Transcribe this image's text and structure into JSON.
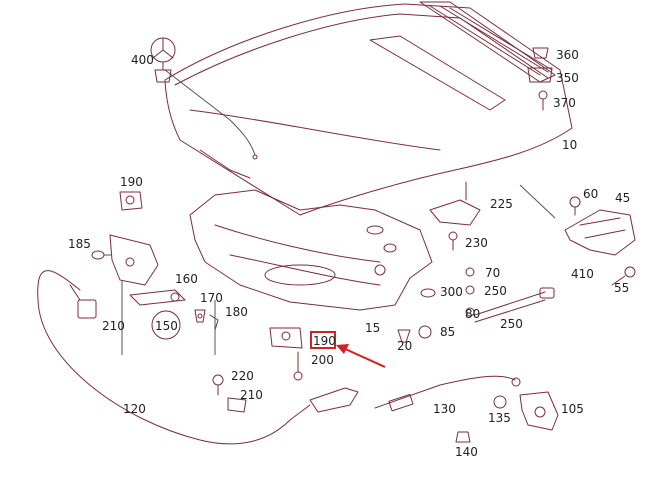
{
  "labels": {
    "l400": "400",
    "l360": "360",
    "l350": "350",
    "l370": "370",
    "l10": "10",
    "l190a": "190",
    "l60": "60",
    "l45": "45",
    "l225": "225",
    "l185": "185",
    "l230": "230",
    "l410": "410",
    "l160": "160",
    "l70": "70",
    "l55": "55",
    "l300": "300",
    "l250a": "250",
    "l170": "170",
    "l150": "150",
    "l210a": "210",
    "l180": "180",
    "l80": "80",
    "l250b": "250",
    "l15": "15",
    "l85": "85",
    "l20": "20",
    "l190b": "190",
    "l200": "200",
    "l220": "220",
    "l210b": "210",
    "l120": "120",
    "l130": "130",
    "l105": "105",
    "l135": "135",
    "l140": "140"
  },
  "highlight": {
    "label": "190",
    "color": "#d42020"
  },
  "colors": {
    "line_art": "#7a2e3a",
    "fill": "#f6e7ea",
    "text": "#222222"
  }
}
